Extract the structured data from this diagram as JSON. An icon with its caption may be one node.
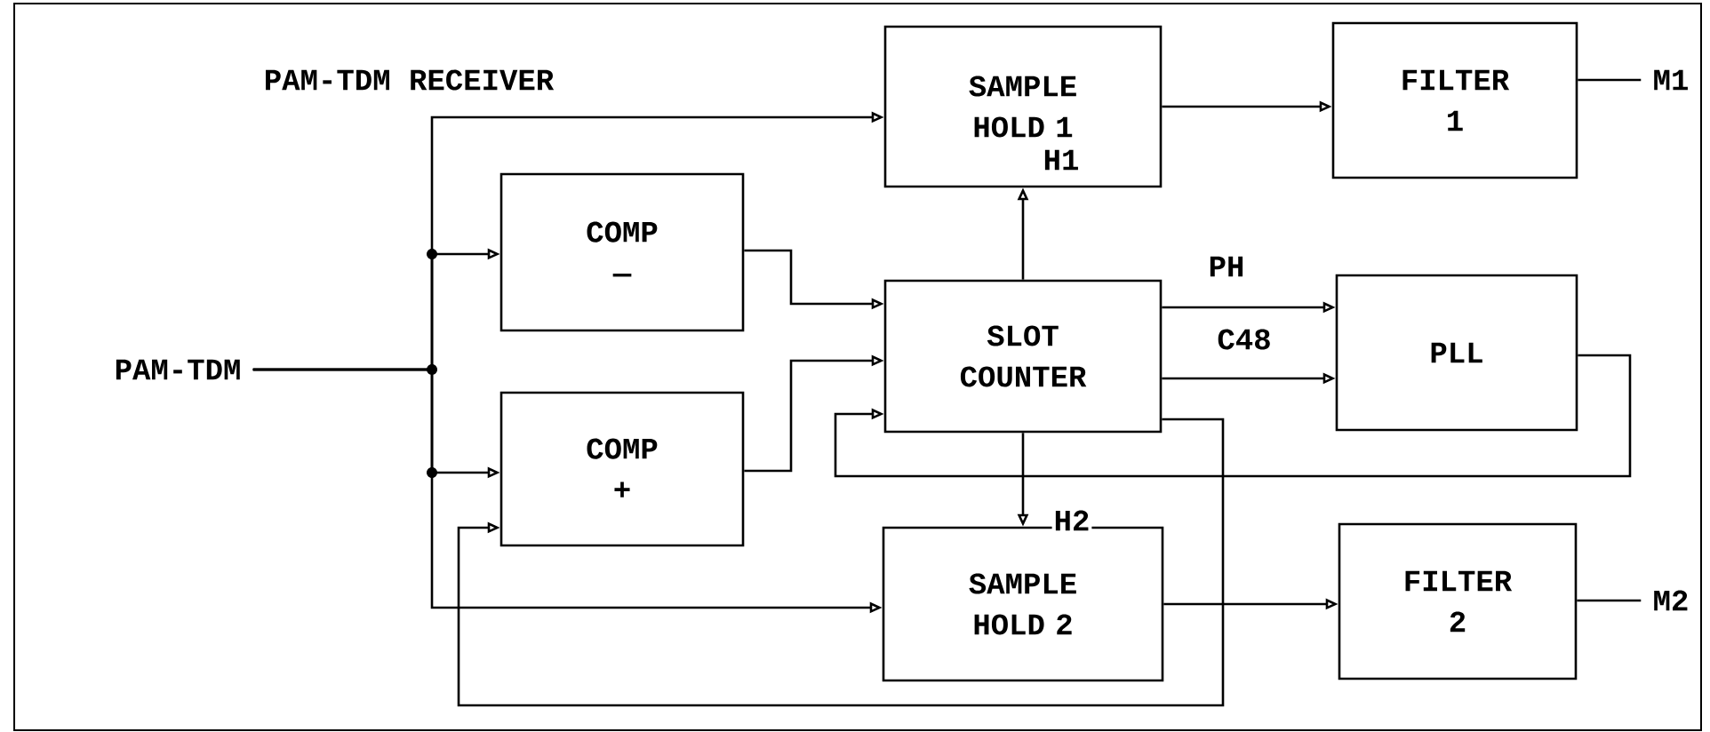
{
  "diagram": {
    "title": "PAM-TDM RECEIVER",
    "nodes": [
      {
        "text": [
          "PAM-TDM"
        ]
      },
      {
        "text": [
          "SAMPLE HOLD 1"
        ]
      },
      {
        "text": [
          "FILTER 1"
        ]
      },
      {
        "text": [
          "M1"
        ]
      },
      {
        "text": [
          "COMP —"
        ]
      },
      {
        "text": [
          "SLOT COUNTER"
        ]
      },
      {
        "text": [
          "PLL"
        ]
      },
      {
        "text": [
          "COMP +"
        ]
      },
      {
        "text": [
          "SAMPLE HOLD 2"
        ]
      },
      {
        "text": [
          "FILTER 2"
        ]
      },
      {
        "text": [
          "M2"
        ]
      }
    ],
    "edges": [
      {
        "from": 0,
        "to": 1,
        "arrow": "to"
      },
      {
        "from": 0,
        "to": 4,
        "arrow": "to"
      },
      {
        "from": 0,
        "to": 7,
        "arrow": "to"
      },
      {
        "from": 0,
        "to": 8,
        "arrow": "to"
      },
      {
        "from": 4,
        "to": 5,
        "arrow": "to"
      },
      {
        "from": 7,
        "to": 5,
        "arrow": "to"
      },
      {
        "from": 5,
        "to": 1,
        "arrow": "to",
        "label": "H1"
      },
      {
        "from": 5,
        "to": 6,
        "arrow": "to",
        "label": "PH"
      },
      {
        "from": 5,
        "to": 6,
        "arrow": "to",
        "label": "C48"
      },
      {
        "from": 6,
        "to": 5,
        "arrow": "to"
      },
      {
        "from": 5,
        "to": 8,
        "arrow": "to",
        "label": "H2"
      },
      {
        "from": 5,
        "to": 7,
        "arrow": "to"
      },
      {
        "from": 1,
        "to": 2,
        "arrow": "to"
      },
      {
        "from": 8,
        "to": 9,
        "arrow": "to"
      },
      {
        "from": 2,
        "to": 3,
        "arrow": "none"
      },
      {
        "from": 9,
        "to": 10,
        "arrow": "none"
      }
    ]
  }
}
